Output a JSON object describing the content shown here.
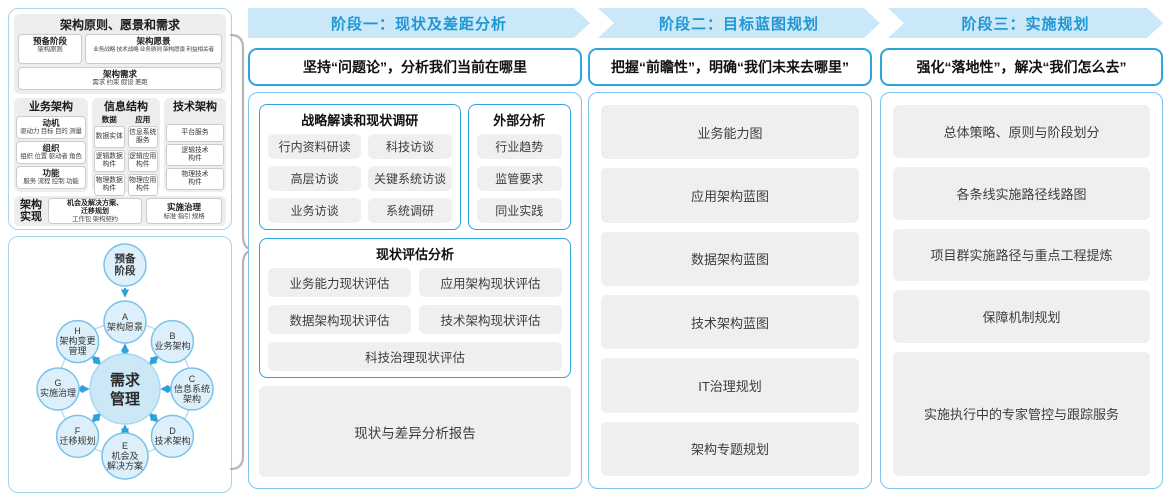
{
  "left_panel": {
    "title": "架构原则、愿景和需求",
    "prep": {
      "title": "预备阶段",
      "sub": "架构原则"
    },
    "vision": {
      "title": "架构愿景",
      "sub": "业务战略 技术战略 业务原则 架构愿景 利益相关者"
    },
    "requirement": {
      "title": "架构需求",
      "sub": "需求  约束  假设  差距"
    },
    "business": {
      "title": "业务架构",
      "groups": [
        {
          "title": "动机",
          "sub": "驱动力 目标 目的 测量"
        },
        {
          "title": "组织",
          "sub": "组织 位置 驱动者 角色"
        },
        {
          "title": "功能",
          "sub": "服务 流程 控制 功能"
        }
      ]
    },
    "information": {
      "title": "信息结构",
      "data_col": {
        "title": "数据",
        "items": [
          "数据实体",
          "逻辑数据\n构件",
          "物理数据\n构件"
        ]
      },
      "app_col": {
        "title": "应用",
        "items": [
          "信息系统\n服务",
          "逻辑应用\n构件",
          "物理应用\n构件"
        ]
      }
    },
    "technology": {
      "title": "技术架构",
      "items": [
        "平台服务",
        "逻辑技术\n构件",
        "物理技术\n构件"
      ]
    },
    "implementation": {
      "label_line1": "架构",
      "label_line2": "实现",
      "box1": {
        "title_line1": "机会及解决方案、",
        "title_line2": "迁移规划",
        "sub": "工作包  架构契约"
      },
      "box2": {
        "title": "实施治理",
        "sub": "标准  指引  规格"
      }
    }
  },
  "adm": {
    "prep": {
      "line1": "预备",
      "line2": "阶段"
    },
    "center": {
      "line1": "需求",
      "line2": "管理"
    },
    "nodes": [
      {
        "letter": "A",
        "lines": [
          "架构愿景"
        ]
      },
      {
        "letter": "B",
        "lines": [
          "业务架构"
        ]
      },
      {
        "letter": "C",
        "lines": [
          "信息系统",
          "架构"
        ]
      },
      {
        "letter": "D",
        "lines": [
          "技术架构"
        ]
      },
      {
        "letter": "E",
        "lines": [
          "机会及",
          "解决方案"
        ]
      },
      {
        "letter": "F",
        "lines": [
          "迁移规划"
        ]
      },
      {
        "letter": "G",
        "lines": [
          "实施治理"
        ]
      },
      {
        "letter": "H",
        "lines": [
          "架构变更",
          "管理"
        ]
      }
    ]
  },
  "phase1": {
    "band": "阶段一：现状及差距分析",
    "subtitle": "坚持“问题论”，分析我们当前在哪里",
    "strategy_group": {
      "title": "战略解读和现状调研",
      "items": [
        "行内资料研读",
        "科技访谈",
        "高层访谈",
        "关键系统访谈",
        "业务访谈",
        "系统调研"
      ]
    },
    "external_group": {
      "title": "外部分析",
      "items": [
        "行业趋势",
        "监管要求",
        "同业实践"
      ]
    },
    "assessment_group": {
      "title": "现状评估分析",
      "items": [
        "业务能力现状评估",
        "应用架构现状评估",
        "数据架构现状评估",
        "技术架构现状评估",
        "科技治理现状评估"
      ]
    },
    "report": "现状与差异分析报告"
  },
  "phase2": {
    "band": "阶段二：目标蓝图规划",
    "subtitle": "把握“前瞻性”，明确“我们未来去哪里”",
    "items": [
      "业务能力图",
      "应用架构蓝图",
      "数据架构蓝图",
      "技术架构蓝图",
      "IT治理规划",
      "架构专题规划"
    ]
  },
  "phase3": {
    "band": "阶段三：实施规划",
    "subtitle": "强化“落地性”，解决“我们怎么去”",
    "items": [
      "总体策略、原则与阶段划分",
      "各条线实施路径线路图",
      "项目群实施路径与重点工程提炼",
      "保障机制规划",
      "实施执行中的专家管控与跟踪服务"
    ]
  },
  "colors": {
    "accent_blue": "#1e97d4",
    "band_bg": "#cbe8f8",
    "blue_border": "#2ea4dc",
    "container_border": "#7cc5ec",
    "gray_box": "#efefef"
  }
}
